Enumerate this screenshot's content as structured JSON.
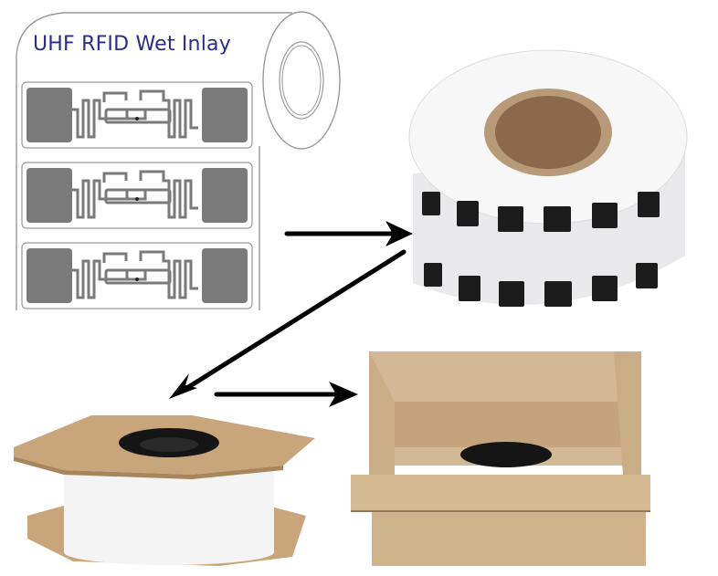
{
  "diagram": {
    "title": "UHF RFID Wet Inlay",
    "colors": {
      "title": "#2b2b8c",
      "antenna": "#7a7a7a",
      "outline": "#9a9a9a",
      "arrow": "#000000",
      "cardboard": "#c8a57a",
      "cardboard_dark": "#a8865c",
      "core": "#8a6a4a",
      "label_black": "#1c1c1c"
    },
    "panels": [
      {
        "id": "drawing",
        "description": "Line drawing of UHF RFID wet inlay roll with three antenna tags",
        "inlay_count": 3
      },
      {
        "id": "roll-photo",
        "description": "Photo of white label roll with black RFID inlays on cardboard core"
      },
      {
        "id": "spool-photo",
        "description": "Roll packed between two octagonal cardboard sheets with black hub"
      },
      {
        "id": "box-photo",
        "description": "Roll placed in open cardboard shipping box"
      }
    ],
    "arrows": [
      {
        "from": "drawing",
        "to": "roll-photo",
        "direction": "right"
      },
      {
        "from": "roll-photo",
        "to": "spool-photo",
        "direction": "down-left"
      },
      {
        "from": "spool-photo",
        "to": "box-photo",
        "direction": "right"
      }
    ]
  }
}
